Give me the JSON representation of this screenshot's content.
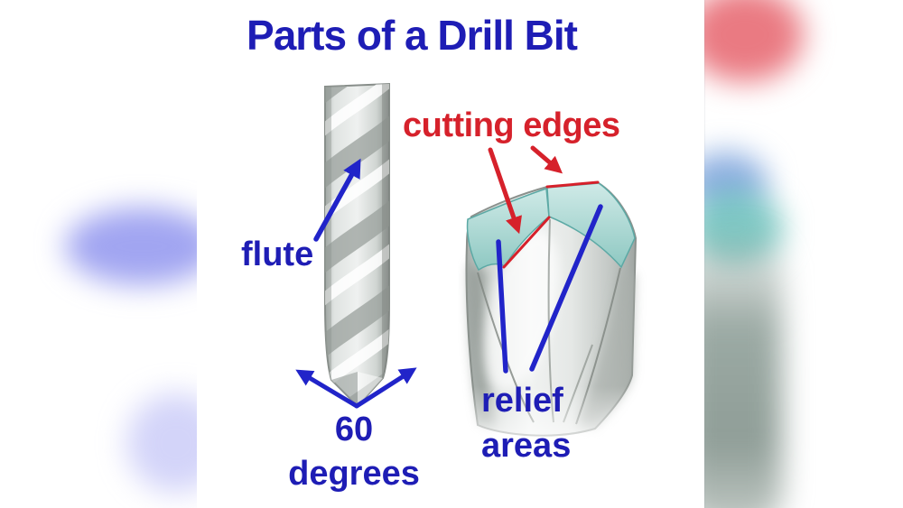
{
  "title": "Parts of a Drill Bit",
  "labels": {
    "cutting_edges": "cutting edges",
    "flute": "flute",
    "angle": {
      "value": "60",
      "unit": "degrees"
    },
    "relief": {
      "line1": "relief",
      "line2": "areas"
    }
  },
  "colors": {
    "label_blue": "#1e1db5",
    "label_red": "#d6212b",
    "arrow_blue": "#2124c9",
    "arrow_red": "#d6212b",
    "relief_teal": "#a8d8d3",
    "background": "#ffffff"
  }
}
